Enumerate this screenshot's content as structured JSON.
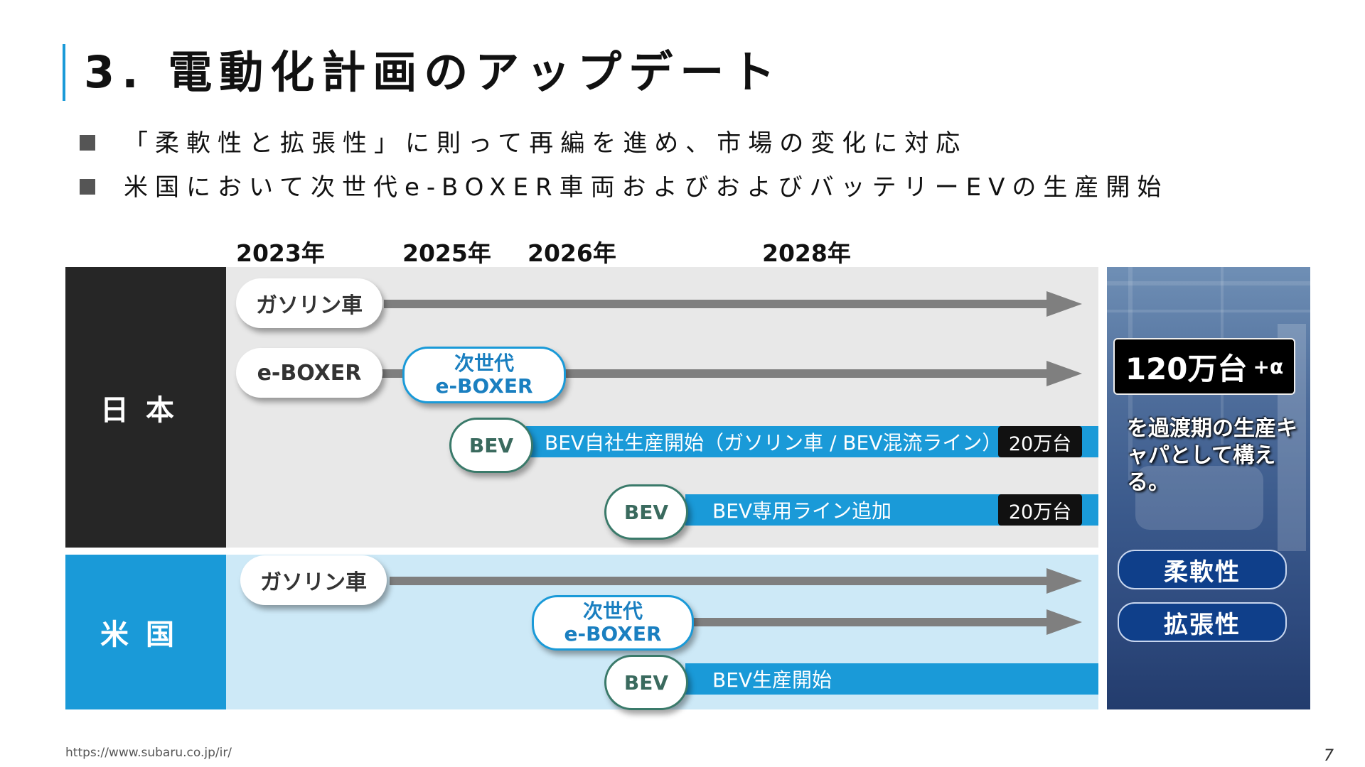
{
  "title": "3. 電動化計画のアップデート",
  "bullets": [
    "「柔軟性と拡張性」に則って再編を進め、市場の変化に対応",
    "米国において次世代e-BOXER車両およびおよびバッテリーEVの生産開始"
  ],
  "years": [
    "2023年",
    "2025年",
    "2026年",
    "2028年"
  ],
  "japan": {
    "label": "日本",
    "gasoline": "ガソリン車",
    "eboxer": "e-BOXER",
    "next_eboxer_line1": "次世代",
    "next_eboxer_line2": "e-BOXER",
    "bev1": "BEV",
    "bev1_text": "BEV自社生産開始（ガソリン車 / BEV混流ライン）",
    "bev1_cap": "20万台",
    "bev2": "BEV",
    "bev2_text": "BEV専用ライン追加",
    "bev2_cap": "20万台"
  },
  "usa": {
    "label": "米国",
    "gasoline": "ガソリン車",
    "next_eboxer_line1": "次世代",
    "next_eboxer_line2": "e-BOXER",
    "bev": "BEV",
    "bev_text": "BEV生産開始"
  },
  "capacity": {
    "main": "120万台",
    "plus": "+α",
    "note": "を過渡期の生産キャパとして構える。",
    "tags": [
      "柔軟性",
      "拡張性"
    ]
  },
  "footer": {
    "url": "https://www.subaru.co.jp/ir/",
    "page": "7"
  },
  "colors": {
    "accent": "#1a9ad8",
    "dark": "#262626",
    "arrow": "#7f7f7f",
    "tag": "#0f3f8a"
  }
}
